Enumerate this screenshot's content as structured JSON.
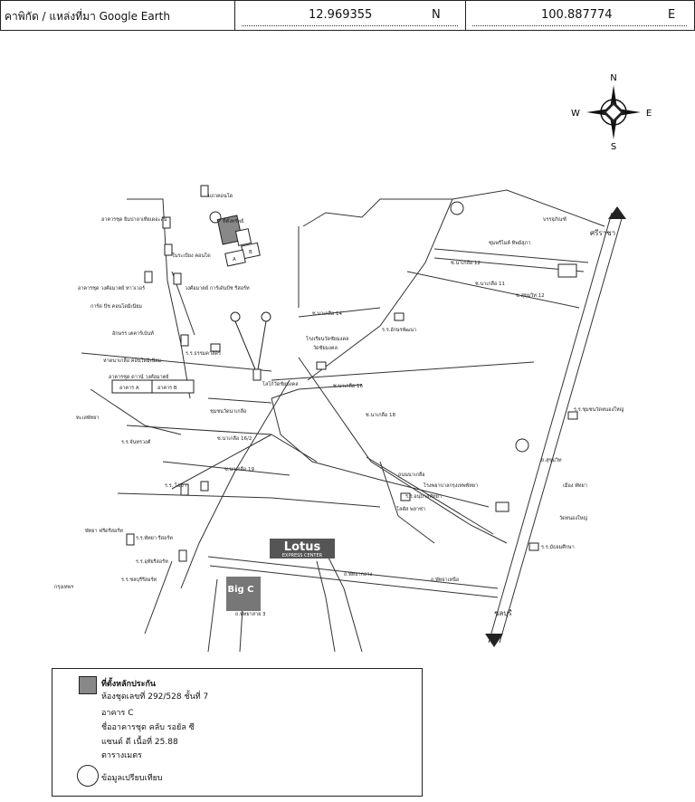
{
  "header": {
    "label": "คาพิกัด / แหล่งที่มา Google Earth",
    "latitude": "12.969355",
    "lat_dir": "N",
    "longitude": "100.887774",
    "lon_dir": "E"
  },
  "compass": {
    "n": "N",
    "s": "S",
    "e": "E",
    "w": "W"
  },
  "map": {
    "labels": [
      "แถวคอนโด",
      "ที่ตั้งทรัพย์",
      "อาคารชุด ยิมปาลาเทียเดอะส์ม",
      "A",
      "B",
      "ในระเบียง คอนโด",
      "อาคารชุด วงศ์อมาตย์ ทาวเวอร์",
      "วงศ์อมาตย์ การ์เด้นบีช รีสอร์ท",
      "การ์ด บีช คอนโดมิเนียม",
      "ซ.นาเกลือ 12",
      "ซุ่มพรีไมต์ ทิพย์สุภา",
      "ซ.นาเกลือ 11",
      "ซ.สุขุมวิท 12",
      "บรรจุภัณฑ์",
      "ซ.นาเกลือ 14",
      "ร.ร.อักษรพัฒนา",
      "โรงเรียนวัดชัยมงคล",
      "วัดชัยมงคล",
      "อักษรร เตคาร์เบ้นท์",
      "ร.ร.ธรรมคาสตร์",
      "หาดนาเกลือ คอนโดมิเนียม",
      "อาคารชุด ดาวน์ วงศ์อมาตย์",
      "อาคาร A",
      "อาคาร B",
      "โลโก้วัดชัยมงคล",
      "ซ.นาเกลือ 16",
      "ชุมชนวัดนาเกลือ",
      "ทะเลพัทยา",
      "ซ.นาเกลือ 18",
      "ร.ร.ชุมชนวัดหนองใหญ่",
      "ร.ร.จันทรวงศ์",
      "ซ.นาเกลือ 16/2",
      "ซ.นาเกลือ 19",
      "ร.ร. ไฮมา",
      "โรงพยาบาลกรุงเทพพัทยา",
      "โลตัส พลาซ่า",
      "ถ.สุขุมวิท",
      "ร.ร.อนุบาลพัทยา",
      "ร.ร.มัธยมศึกษา",
      "เมือง พัทยา",
      "วัดหนองใหญ่",
      "พัทยา ฟรีดรีสอร์ท",
      "ร.ร.พัทยา รีสอร์ท",
      "ร.ร.อุทัยรีสอร์ท",
      "ร.ร.ชลบุรีรีสอร์ท",
      "Lotus",
      "EXPRESS CENTER",
      "Big C",
      "ถ.พัทยาเหนือ",
      "ถ.พัทยากลาง",
      "ถ.พัทยาสาย 3",
      "ถนนนาเกลือ",
      "ศรีราชา",
      "ชลบุรี",
      "กรุงเทพฯ"
    ]
  },
  "legend": {
    "line1": "ที่ตั้งหลักประกัน",
    "line2": "ห้องชุดเลขที่ 292/528 ชั้นที่ 7",
    "line3": "อาคาร C",
    "line4": "ชื่ออาคารชุด คลับ รอยัล ซี",
    "line5": "แซนด์ ดี เนื้อที่ 25.88",
    "line6": "ตารางเมตร",
    "compare": "ข้อมูลเปรียบเทียบ"
  }
}
